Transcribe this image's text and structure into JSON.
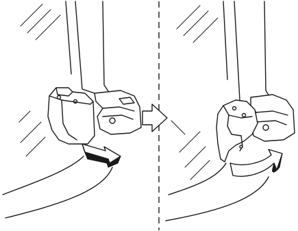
{
  "figure": {
    "panels": [
      {
        "id": "before",
        "step": "push-down-and-out"
      },
      {
        "id": "after",
        "step": "rotate-upward"
      }
    ],
    "transition_icon": "hollow-right-arrow-icon",
    "separator": "dashed-vertical-line"
  }
}
